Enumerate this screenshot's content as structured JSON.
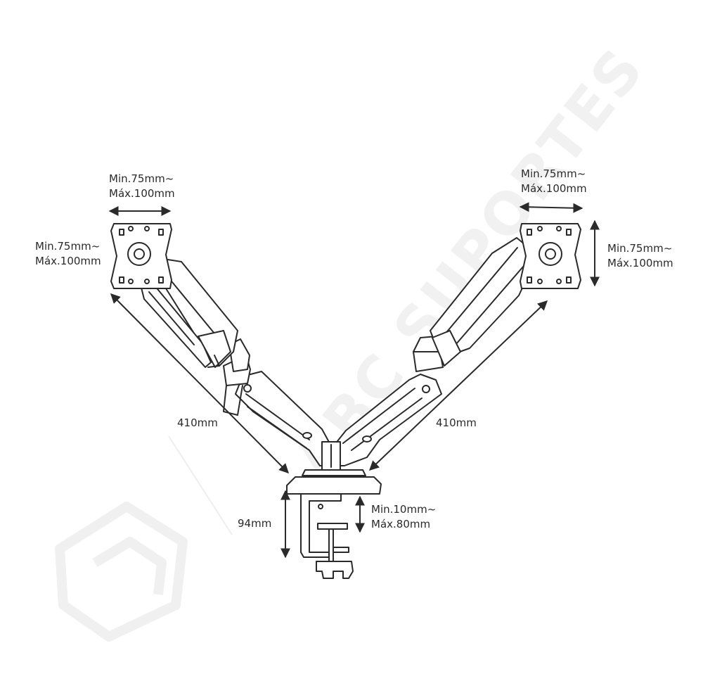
{
  "watermark": {
    "text": "ABC SUPORTES"
  },
  "labels": {
    "left_width": {
      "line1": "Min.75mm~",
      "line2": "Máx.100mm"
    },
    "left_height": {
      "line1": "Min.75mm~",
      "line2": "Máx.100mm"
    },
    "right_width": {
      "line1": "Min.75mm~",
      "line2": "Máx.100mm"
    },
    "right_height": {
      "line1": "Min.75mm~",
      "line2": "Máx.100mm"
    },
    "left_arm_length": "410mm",
    "right_arm_length": "410mm",
    "clamp_height": "94mm",
    "desk_thickness": {
      "line1": "Min.10mm~",
      "line2": "Máx.80mm"
    }
  },
  "colors": {
    "line": "#2a2a2a",
    "watermark": "#efefef",
    "arm_fill": "#ffffff"
  }
}
